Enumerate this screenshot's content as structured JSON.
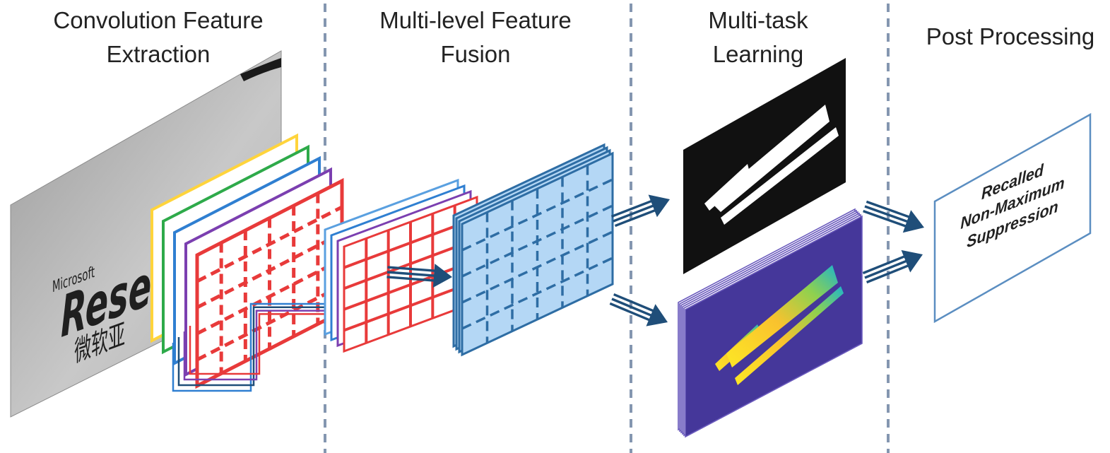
{
  "stages": [
    {
      "id": "conv",
      "lines": [
        "Convolution Feature",
        "Extraction"
      ]
    },
    {
      "id": "fusion",
      "lines": [
        "Multi-level Feature",
        "Fusion"
      ]
    },
    {
      "id": "multitask",
      "lines": [
        "Multi-task",
        "Learning"
      ]
    },
    {
      "id": "post",
      "lines": [
        "Post Processing"
      ]
    }
  ],
  "photo": {
    "word_small": "Microsoft",
    "word_large": "Research",
    "word_cjk": "微软亚"
  },
  "nms_box": {
    "lines": [
      "Recalled",
      "Non-Maximum",
      "Suppression"
    ]
  },
  "colors": {
    "divider": "#8496b0",
    "arrow": "#1f4e79",
    "fusion_fill": "#b4d7f5",
    "fusion_stroke": "#2e6da4",
    "mask_bg": "#111111",
    "heatmap_bg": "#45379a",
    "layer_colors": [
      "#ffd43b",
      "#2eaa4a",
      "#2f7fd1",
      "#7b3fb0",
      "#e83a3a"
    ]
  }
}
